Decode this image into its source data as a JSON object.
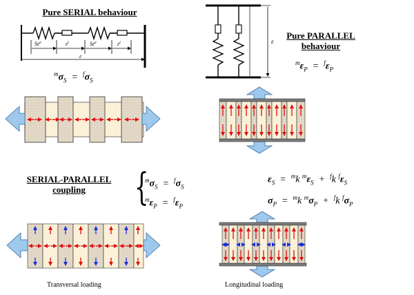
{
  "serial": {
    "title": "Pure SERIAL behaviour",
    "labels": [
      "S",
      "ε",
      "e",
      "ε",
      "i",
      "S",
      "ε",
      "e",
      "ε",
      "i",
      "ε"
    ],
    "equation": {
      "lhs_pre": "m",
      "lhs_sym": "σ",
      "lhs_sub": "S",
      "rhs_pre": "f",
      "rhs_sym": "σ",
      "rhs_sub": "S"
    }
  },
  "parallel": {
    "title_line1": "Pure PARALLEL",
    "title_line2": "behaviour",
    "dim_label": "ε",
    "equation": {
      "lhs_pre": "m",
      "lhs_sym": "ε",
      "lhs_sub": "P",
      "rhs_pre": "f",
      "rhs_sym": "ε",
      "rhs_sub": "P"
    }
  },
  "coupling": {
    "title_line1": "SERIAL-PARALLEL",
    "title_line2": "coupling",
    "eq1": {
      "lhs_pre": "m",
      "lhs_sym": "σ",
      "lhs_sub": "S",
      "rhs_pre": "f",
      "rhs_sym": "σ",
      "rhs_sub": "S"
    },
    "eq2": {
      "lhs_pre": "m",
      "lhs_sym": "ε",
      "lhs_sub": "P",
      "rhs_pre": "f",
      "rhs_sym": "ε",
      "rhs_sub": "P"
    }
  },
  "mixing": {
    "eq1": {
      "lhs_sym": "ε",
      "lhs_sub": "S",
      "k1_pre": "m",
      "k": "k",
      "t1_pre": "m",
      "sym": "ε",
      "sub": "S",
      "k2_pre": "f",
      "t2_pre": "f"
    },
    "eq2": {
      "lhs_sym": "σ",
      "lhs_sub": "P",
      "k1_pre": "m",
      "k": "k",
      "t1_pre": "m",
      "sym": "σ",
      "sub": "P",
      "k2_pre": "f",
      "t2_pre": "f"
    }
  },
  "captions": {
    "left": "Transversal loading",
    "right": "Longitudinal loading"
  },
  "colors": {
    "fiber": "#e6dccb",
    "matrix": "#fbf1d8",
    "plate": "#7c7c7c",
    "load_arrow": "#9ec8ec",
    "red_arrow": "#e01010",
    "blue_arrow": "#1a2fd8"
  }
}
